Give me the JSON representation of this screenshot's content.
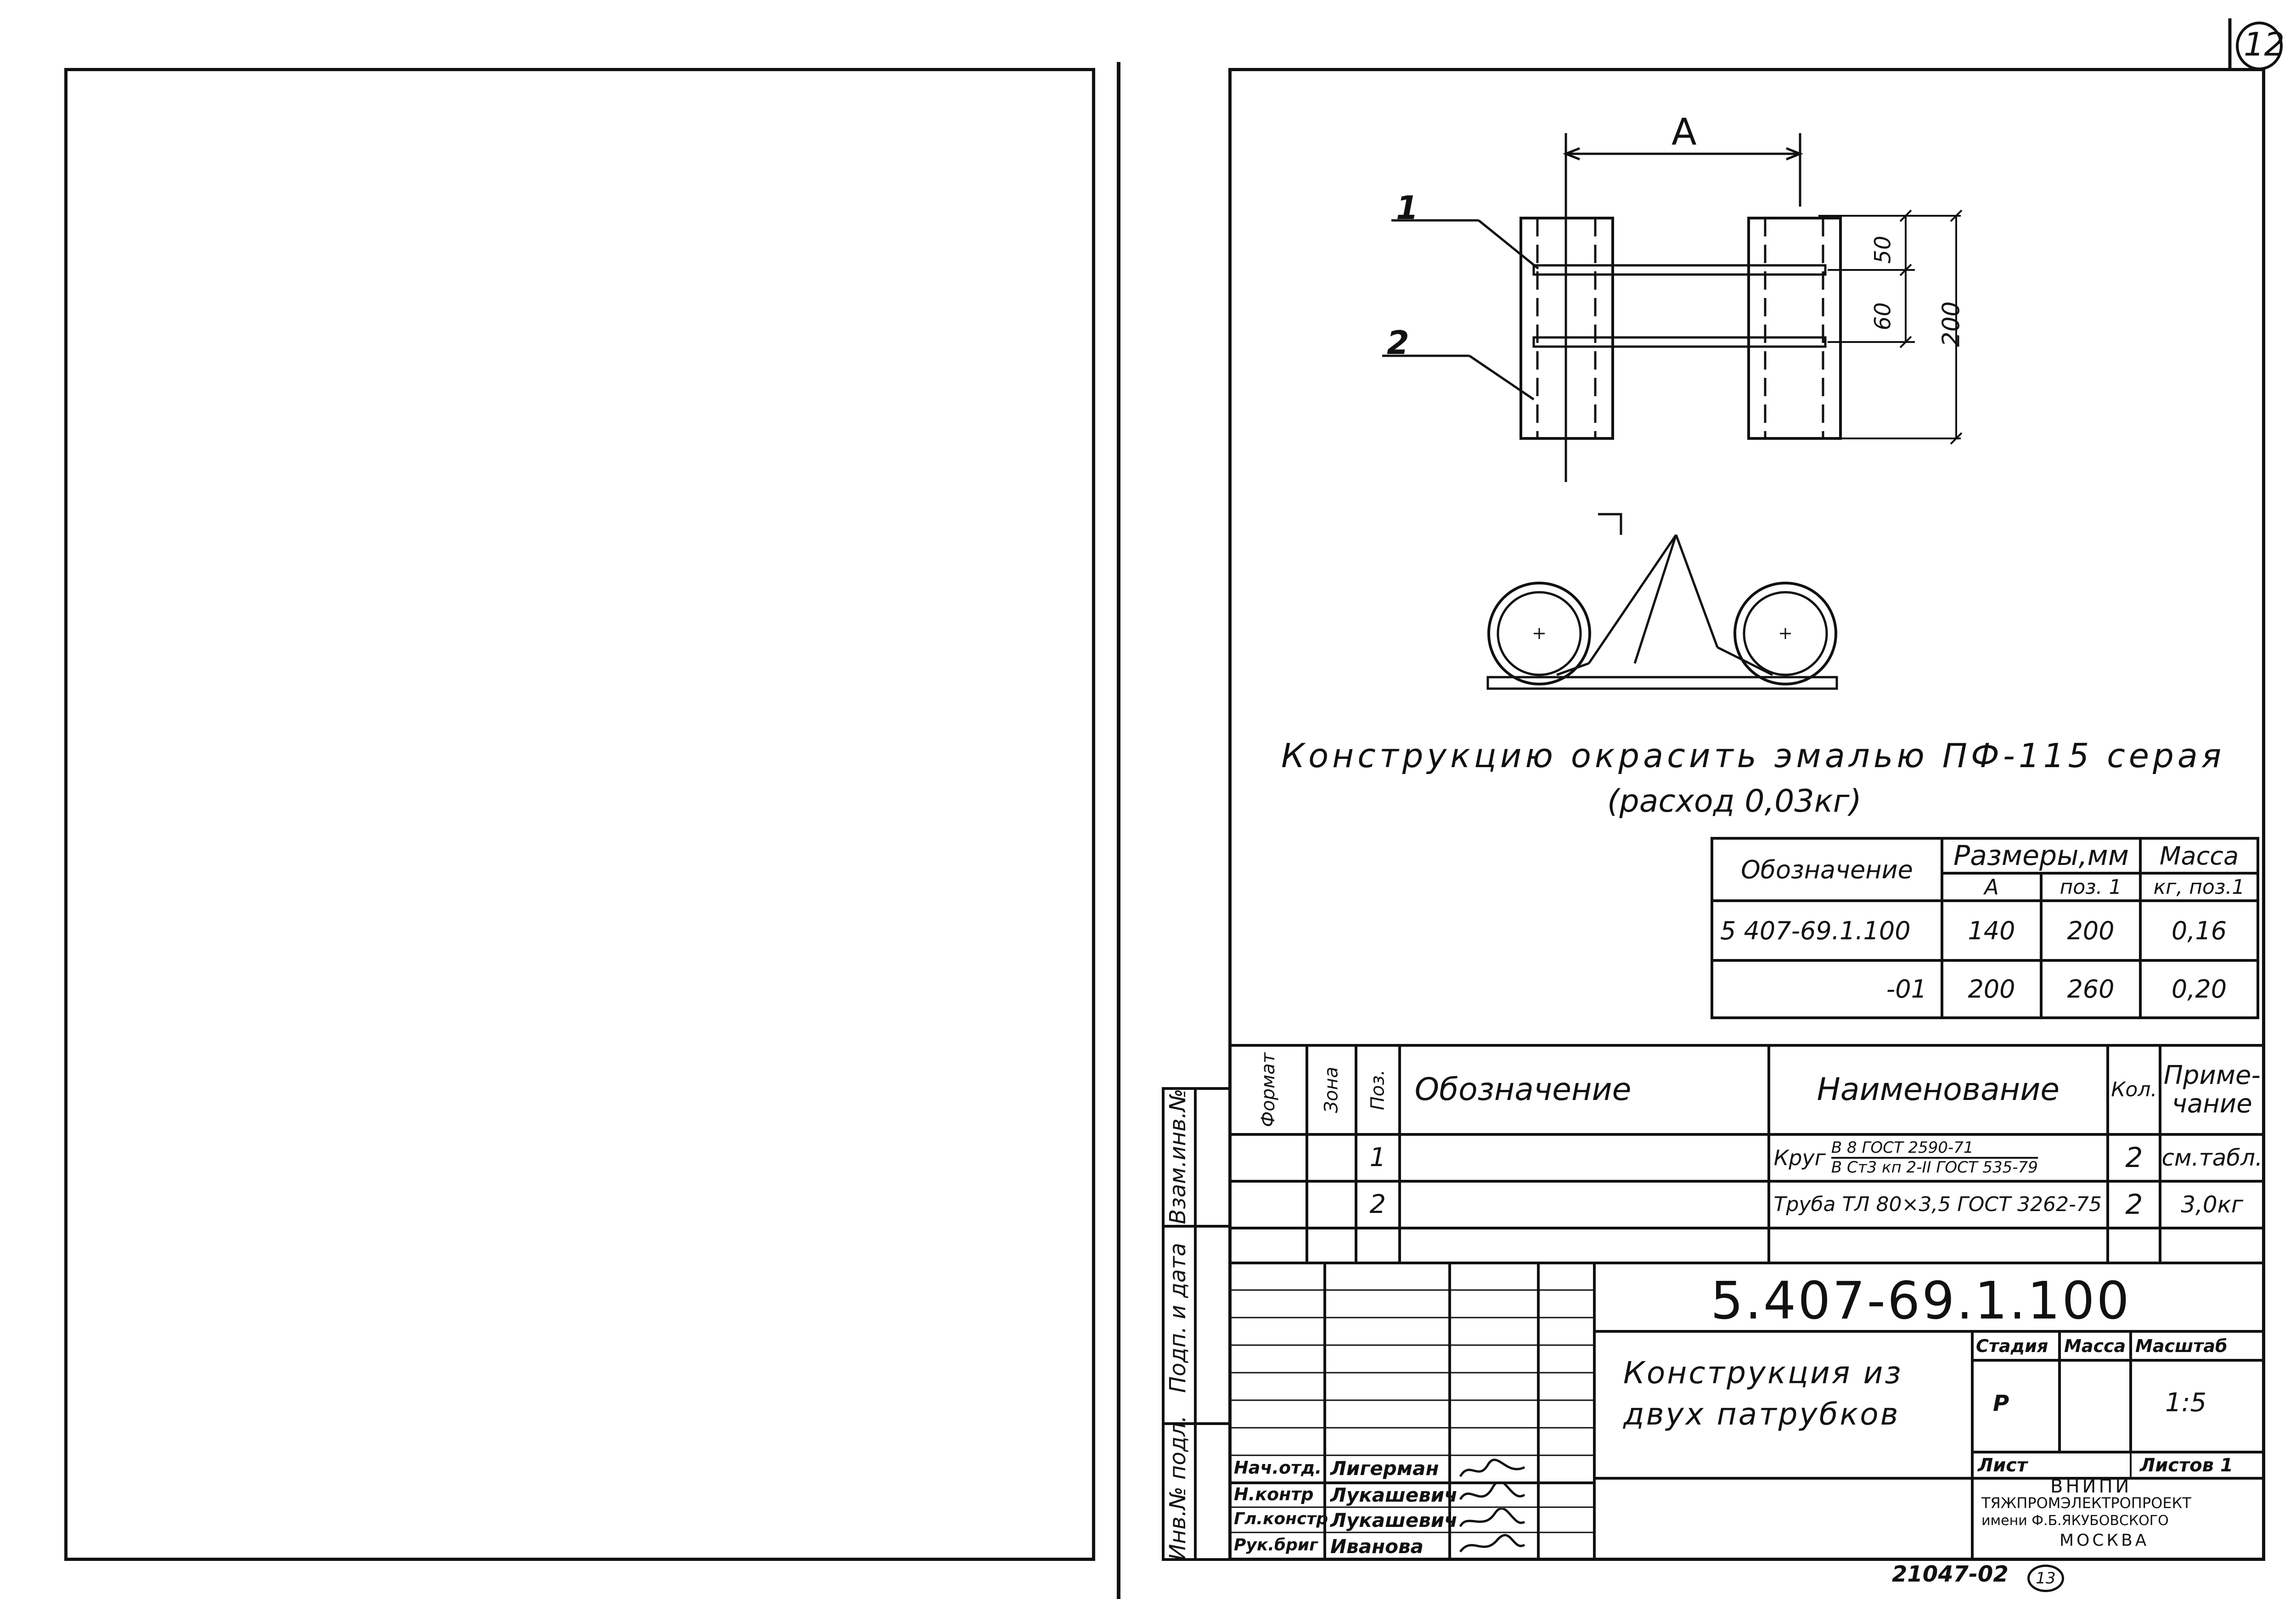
{
  "sheet_badge": "12",
  "bottom_code": "21047-02",
  "bottom_badge": "13",
  "drawing": {
    "dim_a": "A",
    "dim_50": "50",
    "dim_60": "60",
    "dim_200": "200",
    "pos_1": "1",
    "pos_2": "2"
  },
  "note": {
    "line1": "Конструкцию окрасить эмалью ПФ-115 серая",
    "line2": "(расход 0,03кг)"
  },
  "size_table": {
    "h_designation": "Обозначение",
    "h_sizes": "Размеры,мм",
    "h_mass": "Масса",
    "h_a": "A",
    "h_pos1": "поз. 1",
    "h_mass_unit": "кг, поз.1",
    "rows": [
      {
        "designation": "5 407-69.1.100",
        "a": "140",
        "pos1": "200",
        "mass": "0,16"
      },
      {
        "designation": "-01",
        "a": "200",
        "pos1": "260",
        "mass": "0,20"
      }
    ]
  },
  "spec": {
    "h_format": "Формат",
    "h_zone": "Зона",
    "h_pos": "Поз.",
    "h_designation": "Обозначение",
    "h_name": "Наименование",
    "h_qty": "Кол.",
    "h_note": "Приме-чание",
    "rows": [
      {
        "pos": "1",
        "name": "Круг",
        "name_frac_top": "В 8 ГОСТ 2590-71",
        "name_frac_bottom": "В Ст3 кп 2-II ГОСТ 535-79",
        "qty": "2",
        "note": "см.табл."
      },
      {
        "pos": "2",
        "name": "Труба ТЛ 80×3,5 ГОСТ 3262-75",
        "qty": "2",
        "note": "3,0кг"
      }
    ]
  },
  "side_labels": [
    "Взам.инв.№",
    "Подп. и дата",
    "Инв.№ подл."
  ],
  "title_block": {
    "doc_code": "5.407-69.1.100",
    "title_line1": "Конструкция из",
    "title_line2": "двух патрубков",
    "h_stage": "Стадия",
    "h_mass": "Масса",
    "h_scale": "Масштаб",
    "stage": "Р",
    "scale": "1:5",
    "h_sheet": "Лист",
    "h_sheets": "Листов",
    "sheets": "1",
    "org_line1": "ВНИПИ",
    "org_line2": "ТЯЖПРОМЭЛЕКТРОПРОЕКТ",
    "org_line3": "имени Ф.Б.ЯКУБОВСКОГО",
    "org_line4": "МОСКВА",
    "staff": [
      {
        "role": "Нач.отд.",
        "name": "Лигерман"
      },
      {
        "role": "Н.контр",
        "name": "Лукашевич"
      },
      {
        "role": "Гл.констр",
        "name": "Лукашевич"
      },
      {
        "role": "Рук.бриг",
        "name": "Иванова"
      }
    ]
  }
}
